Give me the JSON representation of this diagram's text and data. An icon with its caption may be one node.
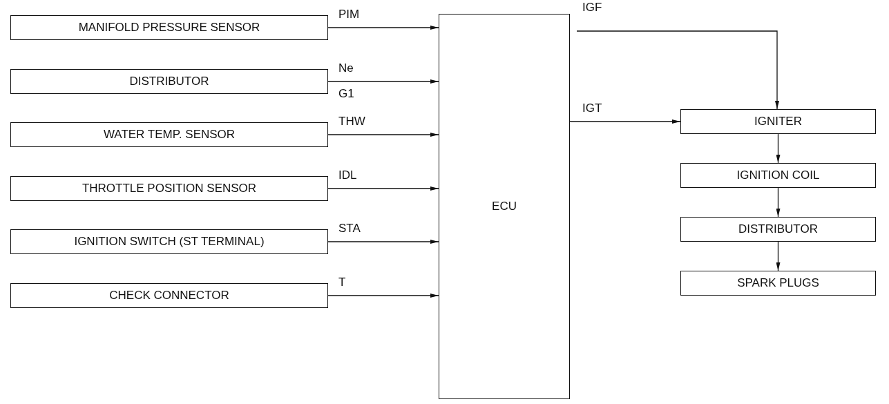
{
  "diagram": {
    "nodes": [
      {
        "text": [
          "MANIFOLD PRESSURE SENSOR"
        ]
      },
      {
        "text": [
          "DISTRIBUTOR"
        ]
      },
      {
        "text": [
          "WATER TEMP. SENSOR"
        ]
      },
      {
        "text": [
          "THROTTLE POSITION SENSOR"
        ]
      },
      {
        "text": [
          "IGNITION SWITCH (ST TERMINAL)"
        ]
      },
      {
        "text": [
          "CHECK CONNECTOR"
        ]
      },
      {
        "text": [
          "ECU"
        ]
      },
      {
        "text": [
          "IGNITER"
        ]
      },
      {
        "text": [
          "IGNITION COIL"
        ]
      },
      {
        "text": [
          "DISTRIBUTOR"
        ]
      },
      {
        "text": [
          "SPARK PLUGS"
        ]
      }
    ],
    "edges": [
      {
        "from": 0,
        "to": 6,
        "arrow": "to",
        "label": "PIM"
      },
      {
        "from": 1,
        "to": 6,
        "arrow": "to",
        "label": "Ne"
      },
      {
        "from": 2,
        "to": 6,
        "arrow": "to",
        "label": "THW"
      },
      {
        "from": 3,
        "to": 6,
        "arrow": "to",
        "label": "IDL"
      },
      {
        "from": 4,
        "to": 6,
        "arrow": "to",
        "label": "STA"
      },
      {
        "from": 5,
        "to": 6,
        "arrow": "to",
        "label": "T"
      },
      {
        "from": 6,
        "to": 7,
        "arrow": "to",
        "label": "IGF"
      },
      {
        "from": 6,
        "to": 7,
        "arrow": "to",
        "label": "IGT"
      },
      {
        "from": 7,
        "to": 8,
        "arrow": "to"
      },
      {
        "from": 8,
        "to": 9,
        "arrow": "to"
      },
      {
        "from": 9,
        "to": 10,
        "arrow": "to"
      }
    ],
    "labels": [
      "G1"
    ]
  }
}
